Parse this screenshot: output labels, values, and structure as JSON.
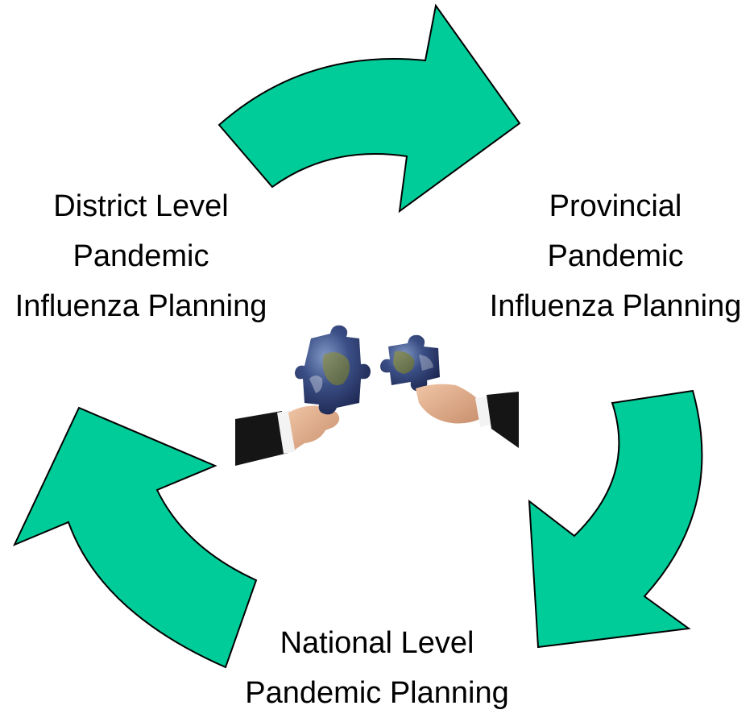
{
  "colors": {
    "arrow_fill": "#00CC99",
    "arrow_stroke": "#000000",
    "text": "#000000",
    "background": "#FFFFFF"
  },
  "nodes": {
    "district": {
      "line1": "District Level",
      "line2": "Pandemic",
      "line3": "Influenza Planning"
    },
    "provincial": {
      "line1": "Provincial",
      "line2": "Pandemic",
      "line3": "Influenza Planning"
    },
    "national": {
      "line1": "National Level",
      "line2": "Pandemic Planning"
    }
  },
  "center_image": {
    "icon": "hands-joining-earth-puzzle-pieces-icon"
  }
}
